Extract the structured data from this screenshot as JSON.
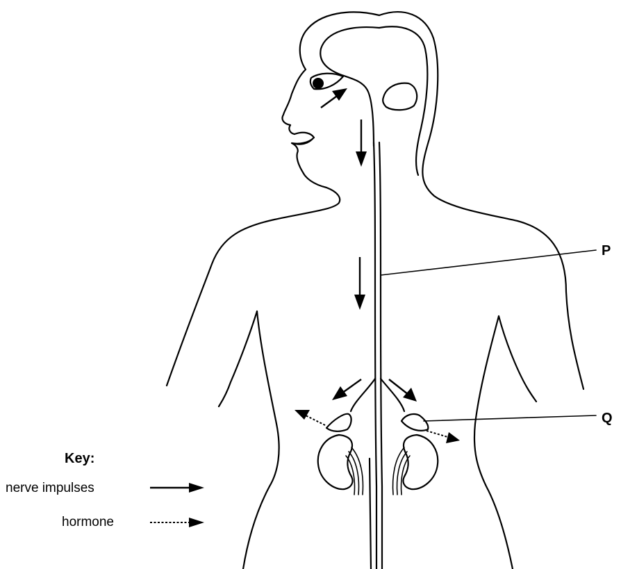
{
  "labels": {
    "p": "P",
    "q": "Q"
  },
  "key": {
    "title": "Key:",
    "nerve": "nerve impulses",
    "hormone": "hormone"
  }
}
